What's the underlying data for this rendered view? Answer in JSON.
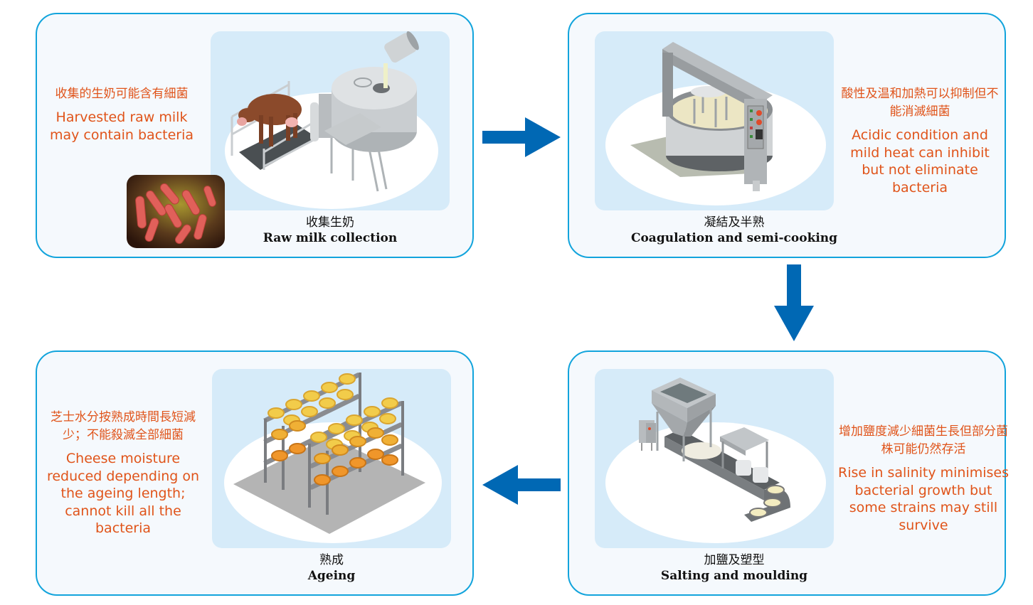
{
  "colors": {
    "panel_border": "#12a4dc",
    "panel_background": "#f5f9fd",
    "illustration_background": "#d6ebf9",
    "note_text": "#e0541a",
    "arrow": "#0068b4",
    "caption_text": "#111111"
  },
  "flow_order": [
    "raw_milk_collection",
    "coagulation_semi_cooking",
    "salting_moulding",
    "ageing"
  ],
  "steps": {
    "raw_milk_collection": {
      "caption_zh": "收集生奶",
      "caption_en": "Raw milk collection",
      "note_zh": "收集的生奶可能含有細菌",
      "note_en": "Harvested raw milk may contain bacteria",
      "illustration": "cow-milking-tank-icon",
      "inset": "bacteria-microscope-photo"
    },
    "coagulation_semi_cooking": {
      "caption_zh": "凝結及半熟",
      "caption_en": "Coagulation and semi-cooking",
      "note_zh": "酸性及温和加熱可以抑制但不能消滅細菌",
      "note_en": "Acidic condition and mild heat can inhibit but not eliminate bacteria",
      "illustration": "cheese-vat-icon"
    },
    "salting_moulding": {
      "caption_zh": "加鹽及塑型",
      "caption_en": "Salting and moulding",
      "note_zh": "增加鹽度減少細菌生長但部分菌株可能仍然存活",
      "note_en": "Rise in salinity minimises bacterial growth but some strains may still survive",
      "illustration": "hopper-conveyor-icon"
    },
    "ageing": {
      "caption_zh": "熟成",
      "caption_en": "Ageing",
      "note_zh": "芝士水分按熟成時間長短減少；不能殺滅全部細菌",
      "note_en": "Cheese moisture reduced depending on the ageing length; cannot kill all the bacteria",
      "illustration": "cheese-racks-icon"
    }
  },
  "arrows": [
    {
      "from": "raw_milk_collection",
      "to": "coagulation_semi_cooking",
      "direction": "right"
    },
    {
      "from": "coagulation_semi_cooking",
      "to": "salting_moulding",
      "direction": "down"
    },
    {
      "from": "salting_moulding",
      "to": "ageing",
      "direction": "left"
    }
  ]
}
